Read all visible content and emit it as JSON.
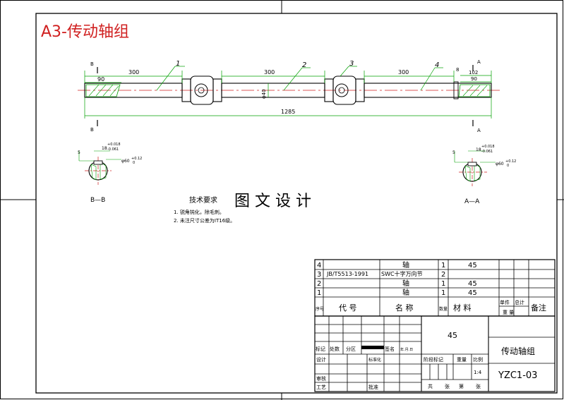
{
  "title": "A3-传动轴组",
  "overlay_caption": "图 文 设 计",
  "dims": {
    "d300a": "300",
    "d90a": "90",
    "d300b": "300",
    "d300c": "300",
    "d8": "8",
    "d102": "102",
    "d90b": "90",
    "d1285": "1285",
    "dphi60": "φ60",
    "dphi40": "φ40"
  },
  "callouts": [
    "1",
    "2",
    "3",
    "4"
  ],
  "section_marks": {
    "left_top": "B",
    "left_bottom": "B",
    "right_top": "A",
    "right_bottom": "A"
  },
  "sections": {
    "left": {
      "label": "B—B",
      "width": "18",
      "tol_upper": "+0.018",
      "tol_lower": "-0.061",
      "dim5": "5",
      "dia": "φ60",
      "dia_tol_upper": "+0.12",
      "dia_tol_lower": "0"
    },
    "right": {
      "label": "A—A",
      "width": "18",
      "tol_upper": "+0.018",
      "tol_lower": "-0.061",
      "dim5": "5",
      "dia": "φ60",
      "dia_tol_upper": "+0.12",
      "dia_tol_lower": "0"
    }
  },
  "tech": {
    "heading": "技术要求",
    "notes": [
      "1. 锐角钝化，除毛刺。",
      "2. 未注尺寸公差为IT16级。"
    ]
  },
  "bom": {
    "rows": [
      {
        "no": "4",
        "code": "",
        "name": "轴",
        "qty": "1",
        "material": "45"
      },
      {
        "no": "3",
        "code": "JB/T5513-1991",
        "name": "SWC十字万向节",
        "qty": "2",
        "material": ""
      },
      {
        "no": "2",
        "code": "",
        "name": "轴",
        "qty": "1",
        "material": "45"
      },
      {
        "no": "1",
        "code": "",
        "name": "轴",
        "qty": "1",
        "material": "45"
      }
    ],
    "header": {
      "no": "序号",
      "code": "代 号",
      "name": "名 称",
      "qty": "数量",
      "material": "材 料",
      "unit_weight": "单件",
      "total_weight": "总计",
      "weight": "重 量",
      "remark": "备注"
    }
  },
  "title_block": {
    "material": "45",
    "name": "传动轴组",
    "drawing_no": "YZC1-03",
    "scale_value": "1:4",
    "labels": {
      "mark": "标记",
      "count": "处数",
      "zone": "分区",
      "sign": "签名",
      "date": "年.月.日",
      "design": "设计",
      "std": "标准化",
      "stage": "阶段标记",
      "weight": "重量",
      "scale": "比例",
      "review": "审核",
      "process": "工艺",
      "approve": "批准",
      "total": "共",
      "sheets": "张",
      "page": "第",
      "sheet": "张"
    }
  }
}
